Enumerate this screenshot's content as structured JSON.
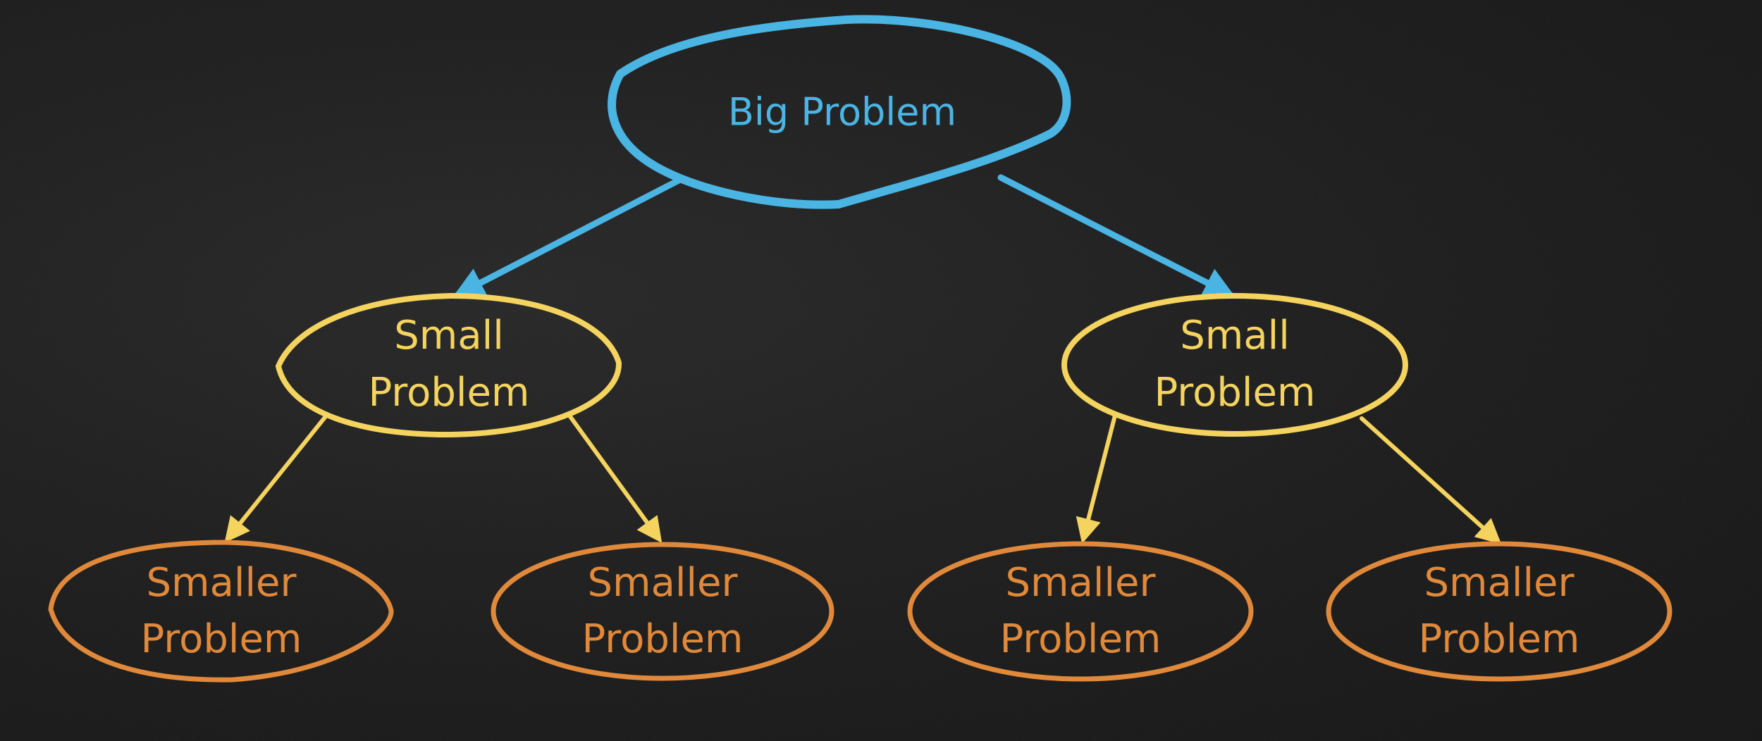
{
  "colors": {
    "background": "#1b1b1b",
    "big": "#4ab4e3",
    "small": "#f4d45e",
    "smaller": "#e0893a"
  },
  "tree": {
    "root": {
      "label": "Big Problem"
    },
    "children": [
      {
        "line1": "Small",
        "line2": "Problem",
        "children": [
          {
            "line1": "Smaller",
            "line2": "Problem"
          },
          {
            "line1": "Smaller",
            "line2": "Problem"
          }
        ]
      },
      {
        "line1": "Small",
        "line2": "Problem",
        "children": [
          {
            "line1": "Smaller",
            "line2": "Problem"
          },
          {
            "line1": "Smaller",
            "line2": "Problem"
          }
        ]
      }
    ]
  }
}
